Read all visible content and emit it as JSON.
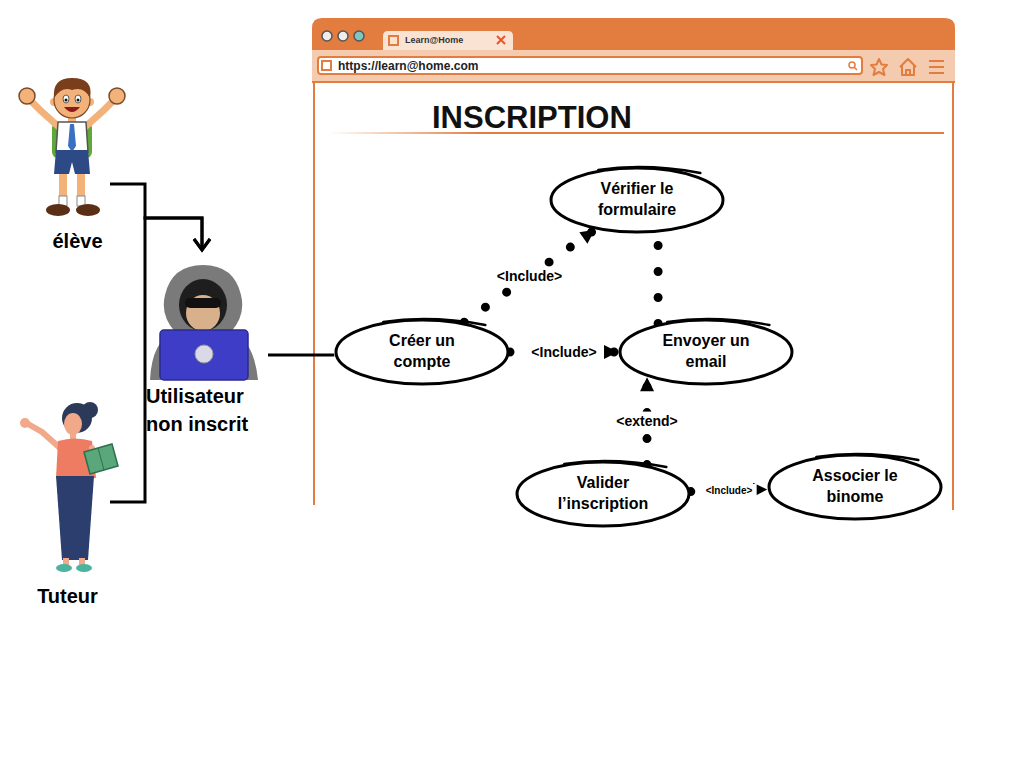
{
  "diagram": {
    "title": "INSCRIPTION",
    "nodes": [
      {
        "text": [
          "élève"
        ]
      },
      {
        "text": [
          "Utilisateur non inscrit"
        ]
      },
      {
        "text": [
          "Tuteur"
        ]
      },
      {
        "text": [
          "Learn@Home",
          "https://learn@home.com"
        ]
      },
      {
        "text": [
          "Vérifier le formulaire"
        ],
        "in": 3
      },
      {
        "text": [
          "Créer un compte"
        ],
        "in": 3
      },
      {
        "text": [
          "Envoyer un email"
        ],
        "in": 3
      },
      {
        "text": [
          "Valider l’inscription"
        ],
        "in": 3
      },
      {
        "text": [
          "Associer le binome"
        ],
        "in": 3
      }
    ],
    "edges": [
      {
        "from": 0,
        "to": 1,
        "arrow": "to"
      },
      {
        "from": 2,
        "to": 1,
        "arrow": "to"
      },
      {
        "from": 1,
        "to": 5,
        "arrow": "none"
      },
      {
        "from": 5,
        "to": 4,
        "label": "<Include>",
        "arrow": "to"
      },
      {
        "from": 5,
        "to": 6,
        "label": "<Include>",
        "arrow": "to"
      },
      {
        "from": 6,
        "to": 4,
        "arrow": "none"
      },
      {
        "from": 7,
        "to": 6,
        "label": "<extend>",
        "arrow": "to"
      },
      {
        "from": 7,
        "to": 8,
        "label": "<Include>",
        "arrow": "to"
      }
    ]
  }
}
